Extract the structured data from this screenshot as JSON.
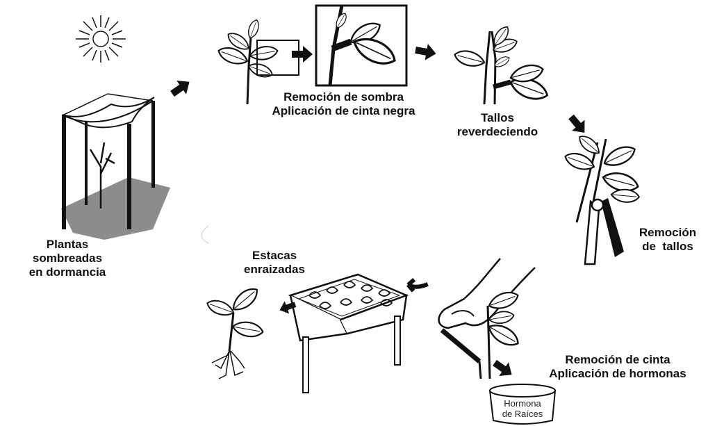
{
  "labels": {
    "plantas_sombreadas": [
      "Plantas",
      "sombreadas",
      "en dormancia"
    ],
    "remocion_sombra": [
      "Remoción de sombra",
      "Aplicación de cinta negra"
    ],
    "tallos_reverdeciendo": [
      "Tallos",
      "reverdeciendo"
    ],
    "remocion_tallos": [
      "Remoción",
      "de  tallos"
    ],
    "remocion_cinta": [
      "Remoción de cinta",
      "Aplicación de hormonas"
    ],
    "estacas_enraizadas": [
      "Estacas",
      "enraizadas"
    ],
    "hormona_pot": [
      "Hormona",
      "de Raíces"
    ]
  },
  "colors": {
    "ink": "#111111",
    "shadow": "#8c8c8c",
    "paper": "#ffffff"
  },
  "icons": [
    "sun-icon",
    "arrow-icon",
    "plant-icon",
    "pruning-shears-icon",
    "hand-icon",
    "table-icon"
  ]
}
